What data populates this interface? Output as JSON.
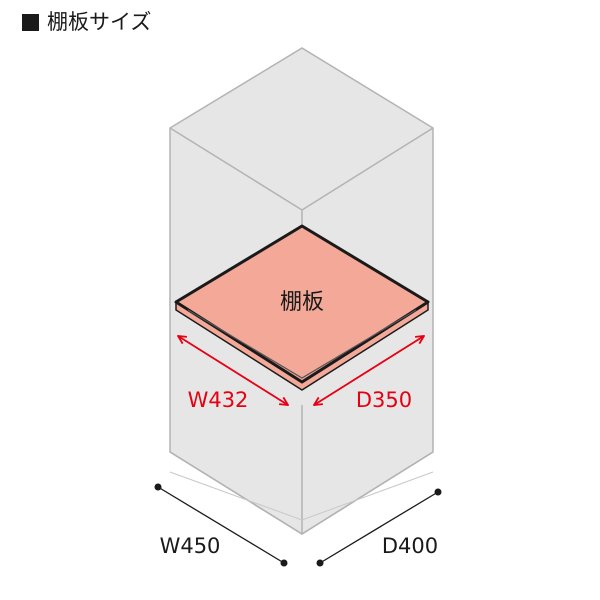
{
  "heading": {
    "marker": "■",
    "title": "棚板サイズ"
  },
  "shelf": {
    "label": "棚板"
  },
  "shelf_dimensions": {
    "width": "W432",
    "depth": "D350"
  },
  "cabinet_dimensions": {
    "width": "W450",
    "depth": "D400"
  },
  "colors": {
    "cabinet_fill": "#e6e6e6",
    "cabinet_line": "#b3b3b3",
    "shelf_fill": "#f3a898",
    "shelf_outline": "#1a1a1a",
    "shelf_dimension": "#e60012",
    "text": "#1a1a1a"
  }
}
